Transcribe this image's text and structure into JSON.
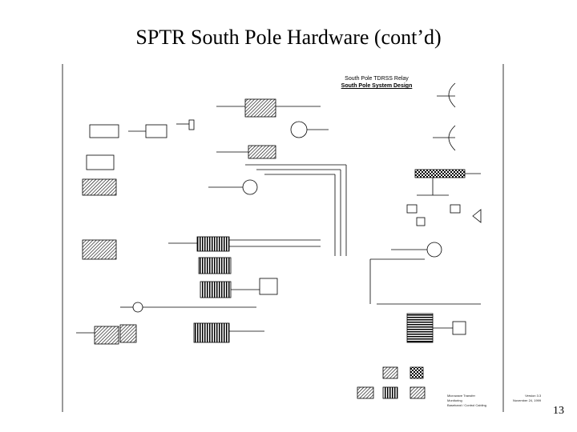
{
  "slide": {
    "title": "SPTR South Pole Hardware (cont’d)",
    "page_number": "13"
  },
  "diagram": {
    "title": "South Pole TDRSS Relay",
    "subtitle": "South Pole System Design",
    "legend_lines": [
      "Microwave Transfer",
      "Monitoring",
      "Baseband / Control Cabling"
    ],
    "version_lines": [
      "Version 3.3",
      "November 24, 1999"
    ]
  }
}
